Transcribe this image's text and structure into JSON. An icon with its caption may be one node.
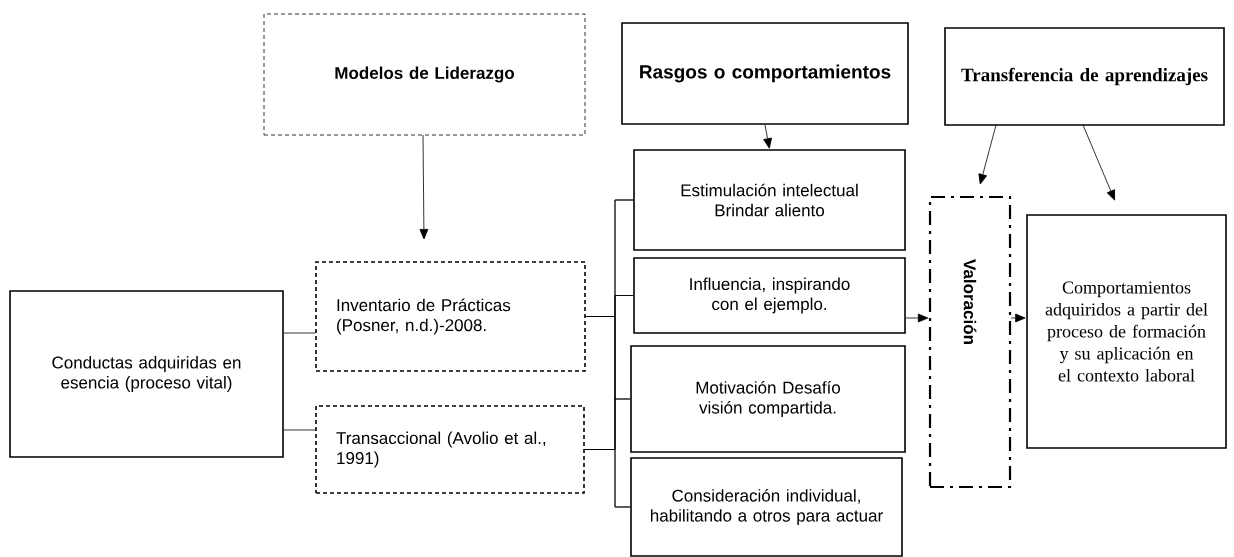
{
  "diagram": {
    "nodes": [
      {
        "text": [
          "Modelos de Liderazgo"
        ]
      },
      {
        "text": [
          "Rasgos o comportamientos"
        ]
      },
      {
        "text": [
          "Transferencia de aprendizajes"
        ]
      },
      {
        "text": [
          "Conductas adquiridas en esencia (proceso vital)"
        ]
      },
      {
        "text": [
          "Inventario de Prácticas (Posner, n.d.)-2008."
        ]
      },
      {
        "text": [
          "Transaccional (Avolio et al., 1991)"
        ]
      },
      {
        "text": [
          "Estimulación intelectual Brindar aliento"
        ]
      },
      {
        "text": [
          "Influencia, inspirando con el ejemplo."
        ]
      },
      {
        "text": [
          "Motivación Desafío visión compartida."
        ]
      },
      {
        "text": [
          "Consideración individual, habilitando a otros para actuar"
        ]
      },
      {
        "text": [
          "Valoración"
        ]
      },
      {
        "text": [
          "Comportamientos adquiridos a partir del proceso de formación y su aplicación en el contexto laboral"
        ]
      }
    ],
    "edges": [
      {
        "from": 0,
        "to": 4,
        "arrow": "to"
      },
      {
        "from": 1,
        "to": 6,
        "arrow": "to"
      },
      {
        "from": 2,
        "to": 10,
        "arrow": "to"
      },
      {
        "from": 2,
        "to": 11,
        "arrow": "to"
      },
      {
        "from": 3,
        "to": 4,
        "arrow": "none"
      },
      {
        "from": 3,
        "to": 5,
        "arrow": "none"
      },
      {
        "from": 4,
        "to": 6,
        "arrow": "none"
      },
      {
        "from": 4,
        "to": 7,
        "arrow": "none"
      },
      {
        "from": 4,
        "to": 8,
        "arrow": "none"
      },
      {
        "from": 4,
        "to": 9,
        "arrow": "none"
      },
      {
        "from": 5,
        "to": 6,
        "arrow": "none"
      },
      {
        "from": 5,
        "to": 7,
        "arrow": "none"
      },
      {
        "from": 5,
        "to": 8,
        "arrow": "none"
      },
      {
        "from": 5,
        "to": 9,
        "arrow": "none"
      },
      {
        "from": 7,
        "to": 10,
        "arrow": "to"
      },
      {
        "from": 10,
        "to": 11,
        "arrow": "to"
      }
    ]
  }
}
